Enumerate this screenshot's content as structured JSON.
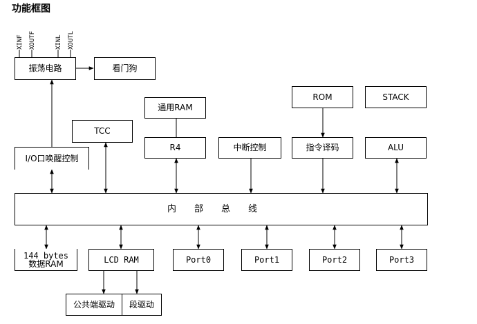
{
  "title": "功能框图",
  "pins": [
    "XINF",
    "XOUTF",
    "XINL",
    "XOUTL"
  ],
  "blocks": {
    "oscillator": "振荡电路",
    "watchdog": "看门狗",
    "io_wakeup": "I/O口唤醒控制",
    "tcc": "TCC",
    "general_ram": "通用RAM",
    "r4": "R4",
    "interrupt": "中断控制",
    "rom": "ROM",
    "decoder": "指令译码",
    "stack": "STACK",
    "alu": "ALU",
    "bus": "内部总线",
    "data_ram_line1": "144 bytes",
    "data_ram_line2": "数据RAM",
    "lcd_ram": "LCD RAM",
    "port0": "Port0",
    "port1": "Port1",
    "port2": "Port2",
    "port3": "Port3",
    "common_driver": "公共端驱动",
    "segment_driver": "段驱动"
  }
}
